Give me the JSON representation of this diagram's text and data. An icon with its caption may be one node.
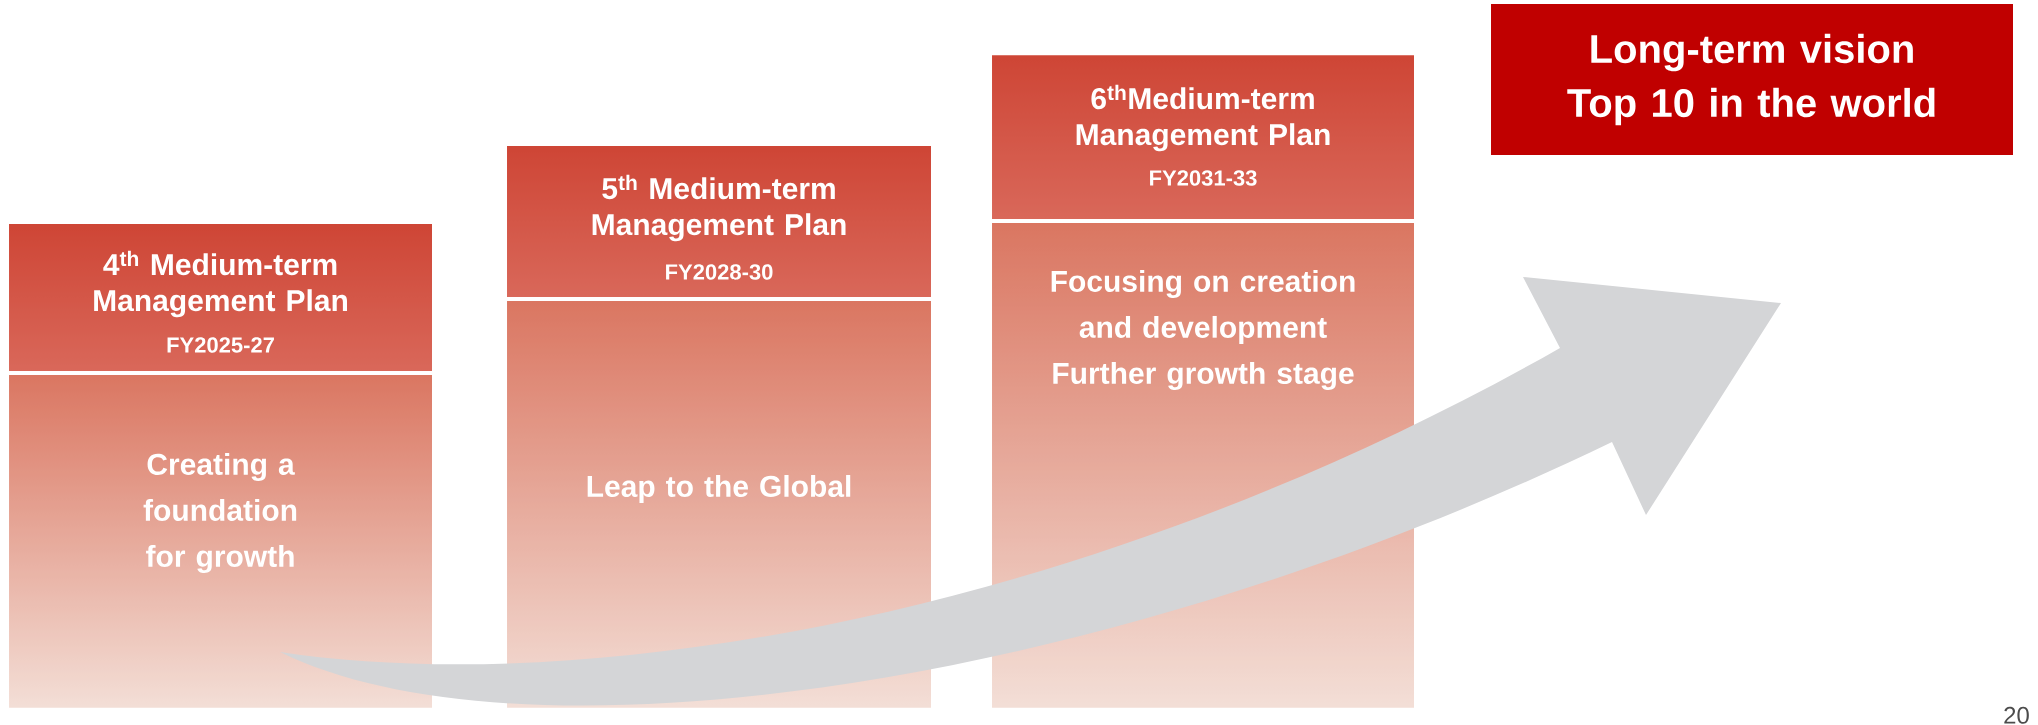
{
  "diagram": {
    "nodes": [
      {
        "text": [
          "4$^{th}$ Medium-term Management Plan",
          "FY2025-27",
          "Creating a foundation for growth"
        ]
      },
      {
        "text": [
          "5$^{th}$ Medium-term Management Plan",
          "FY2028-30",
          "Leap to the Global"
        ]
      },
      {
        "text": [
          "6$^{th}$Medium-term Management Plan",
          "FY2031-33",
          "Focusing on creation and development Further growth stage"
        ]
      },
      {
        "text": [
          "Long-term vision Top 10 in the world"
        ]
      }
    ],
    "labels": [
      "20"
    ]
  }
}
